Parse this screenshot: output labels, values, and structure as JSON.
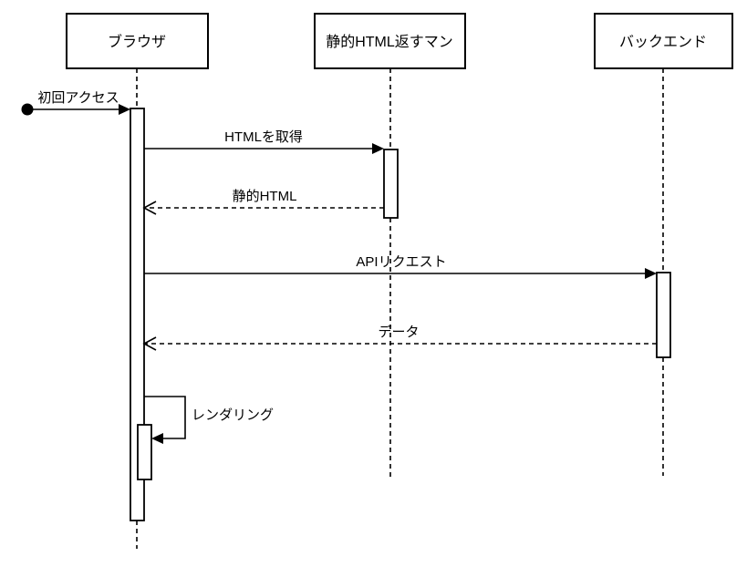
{
  "diagram": {
    "type": "uml-sequence-diagram",
    "background_color": "#ffffff",
    "line_color": "#000000",
    "participants": [
      {
        "id": "browser",
        "label": "ブラウザ"
      },
      {
        "id": "static-html",
        "label": "静的HTML返すマン"
      },
      {
        "id": "backend",
        "label": "バックエンド"
      }
    ],
    "messages": [
      {
        "id": "initial-access",
        "label": "初回アクセス",
        "from": "start",
        "to": "browser",
        "style": "solid"
      },
      {
        "id": "get-html",
        "label": "HTMLを取得",
        "from": "browser",
        "to": "static-html",
        "style": "solid"
      },
      {
        "id": "static-html-return",
        "label": "静的HTML",
        "from": "static-html",
        "to": "browser",
        "style": "dashed-return"
      },
      {
        "id": "api-request",
        "label": "APIリクエスト",
        "from": "browser",
        "to": "backend",
        "style": "solid"
      },
      {
        "id": "data-return",
        "label": "データ",
        "from": "backend",
        "to": "browser",
        "style": "dashed-return"
      },
      {
        "id": "rendering",
        "label": "レンダリング",
        "from": "browser",
        "to": "browser",
        "style": "self-call"
      }
    ]
  }
}
